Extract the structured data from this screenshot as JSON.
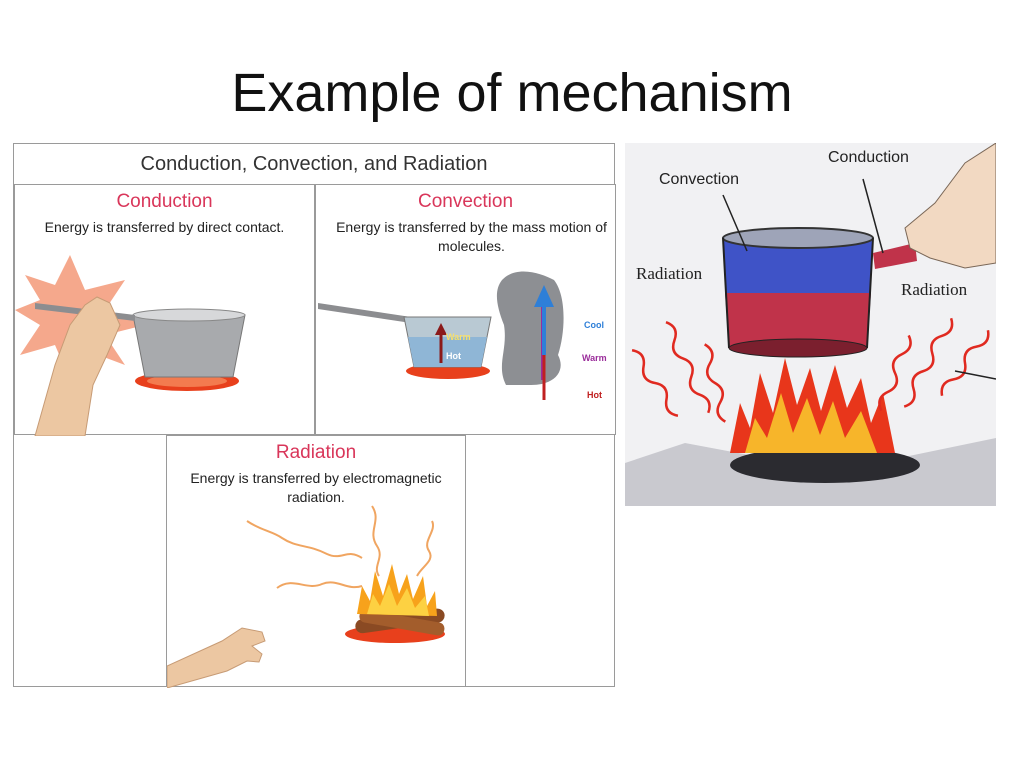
{
  "slide": {
    "title": "Example of mechanism"
  },
  "left_figure": {
    "header": "Conduction, Convection, and Radiation",
    "conduction": {
      "title": "Conduction",
      "desc": "Energy is transferred by direct contact."
    },
    "convection": {
      "title": "Convection",
      "desc": "Energy is transferred by the mass motion of molecules.",
      "pot_warm": "Warm",
      "pot_hot": "Hot",
      "cool": "Cool",
      "warm": "Warm",
      "hot": "Hot"
    },
    "radiation": {
      "title": "Radiation",
      "desc": "Energy is transferred by electromagnetic radiation."
    }
  },
  "right_figure": {
    "conduction": "Conduction",
    "convection": "Convection",
    "radiation_left": "Radiation",
    "radiation_right": "Radiation"
  },
  "colors": {
    "accent": "#d9365a",
    "fire": "#f26a1b",
    "water": "#3b5fd8"
  },
  "icons": [
    "hand-icon",
    "pan-icon",
    "burner-icon",
    "fire-icon",
    "cloud-icon",
    "arrow-icon"
  ]
}
